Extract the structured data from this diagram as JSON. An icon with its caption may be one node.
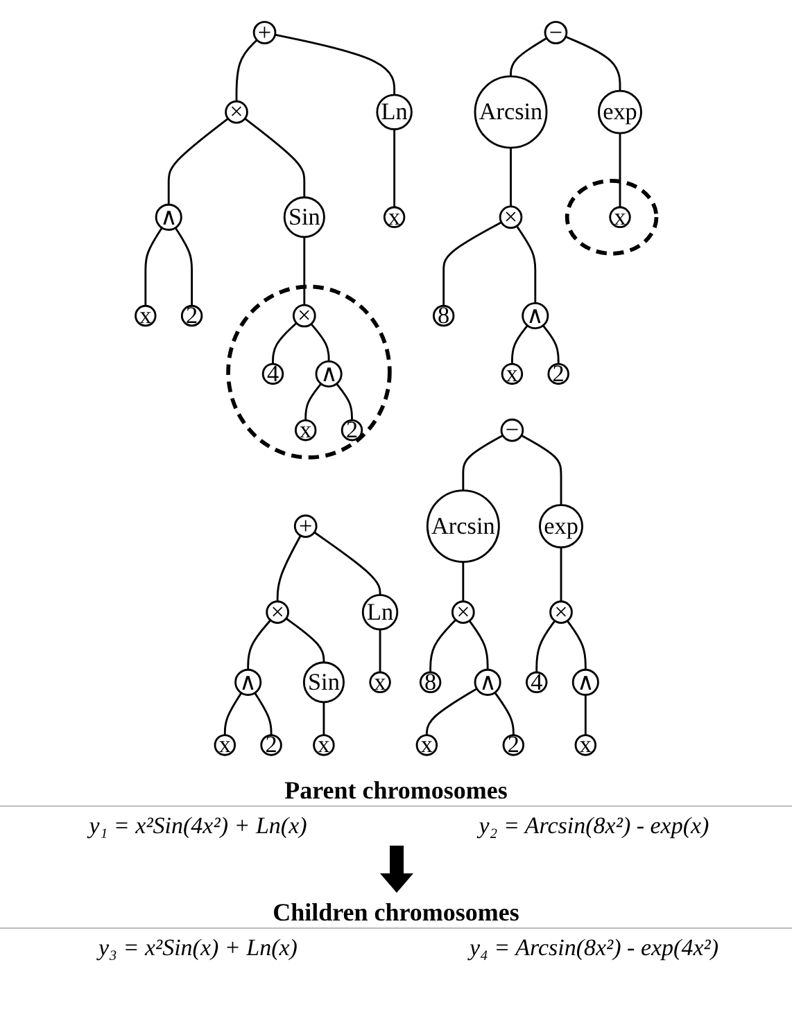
{
  "diagram": {
    "nodes": [
      {
        "text": [
          "+"
        ]
      },
      {
        "text": [
          "×"
        ]
      },
      {
        "text": [
          "Ln"
        ]
      },
      {
        "text": [
          "∧"
        ]
      },
      {
        "text": [
          "Sin"
        ]
      },
      {
        "text": [
          "x"
        ]
      },
      {
        "text": [
          "x"
        ]
      },
      {
        "text": [
          "2"
        ]
      },
      {
        "text": [],
        "shape": "circle"
      },
      {
        "text": [
          "×"
        ],
        "in": 8
      },
      {
        "text": [
          "4"
        ],
        "in": 8
      },
      {
        "text": [
          "∧"
        ],
        "in": 8
      },
      {
        "text": [
          "x"
        ],
        "in": 8
      },
      {
        "text": [
          "2"
        ],
        "in": 8
      },
      {
        "text": [
          "−"
        ]
      },
      {
        "text": [
          "Arcsin"
        ]
      },
      {
        "text": [
          "exp"
        ]
      },
      {
        "text": [
          "×"
        ]
      },
      {
        "text": [],
        "shape": "circle"
      },
      {
        "text": [
          "x"
        ],
        "in": 18
      },
      {
        "text": [
          "8"
        ]
      },
      {
        "text": [
          "∧"
        ]
      },
      {
        "text": [
          "x"
        ]
      },
      {
        "text": [
          "2"
        ]
      },
      {
        "text": [
          "+"
        ]
      },
      {
        "text": [
          "×"
        ]
      },
      {
        "text": [
          "Ln"
        ]
      },
      {
        "text": [
          "∧"
        ]
      },
      {
        "text": [
          "Sin"
        ]
      },
      {
        "text": [
          "x"
        ]
      },
      {
        "text": [
          "x"
        ]
      },
      {
        "text": [
          "2"
        ]
      },
      {
        "text": [
          "x"
        ]
      },
      {
        "text": [
          "−"
        ]
      },
      {
        "text": [
          "Arcsin"
        ]
      },
      {
        "text": [
          "exp"
        ]
      },
      {
        "text": [
          "×"
        ]
      },
      {
        "text": [
          "×"
        ]
      },
      {
        "text": [
          "8"
        ]
      },
      {
        "text": [
          "∧"
        ]
      },
      {
        "text": [
          "4"
        ]
      },
      {
        "text": [
          "∧"
        ]
      },
      {
        "text": [
          "x"
        ]
      },
      {
        "text": [
          "2"
        ]
      },
      {
        "text": [
          "x"
        ]
      }
    ],
    "edges": [
      {
        "from": 0,
        "to": 1,
        "arrow": "none"
      },
      {
        "from": 0,
        "to": 2,
        "arrow": "none"
      },
      {
        "from": 1,
        "to": 3,
        "arrow": "none"
      },
      {
        "from": 1,
        "to": 4,
        "arrow": "none"
      },
      {
        "from": 2,
        "to": 5,
        "arrow": "none"
      },
      {
        "from": 3,
        "to": 6,
        "arrow": "none"
      },
      {
        "from": 3,
        "to": 7,
        "arrow": "none"
      },
      {
        "from": 4,
        "to": 9,
        "arrow": "none"
      },
      {
        "from": 9,
        "to": 10,
        "arrow": "none"
      },
      {
        "from": 9,
        "to": 11,
        "arrow": "none"
      },
      {
        "from": 11,
        "to": 12,
        "arrow": "none"
      },
      {
        "from": 11,
        "to": 13,
        "arrow": "none"
      },
      {
        "from": 14,
        "to": 15,
        "arrow": "none"
      },
      {
        "from": 14,
        "to": 16,
        "arrow": "none"
      },
      {
        "from": 15,
        "to": 17,
        "arrow": "none"
      },
      {
        "from": 16,
        "to": 19,
        "arrow": "none"
      },
      {
        "from": 17,
        "to": 20,
        "arrow": "none"
      },
      {
        "from": 17,
        "to": 21,
        "arrow": "none"
      },
      {
        "from": 21,
        "to": 22,
        "arrow": "none"
      },
      {
        "from": 21,
        "to": 23,
        "arrow": "none"
      },
      {
        "from": 24,
        "to": 25,
        "arrow": "none"
      },
      {
        "from": 24,
        "to": 26,
        "arrow": "none"
      },
      {
        "from": 25,
        "to": 27,
        "arrow": "none"
      },
      {
        "from": 25,
        "to": 28,
        "arrow": "none"
      },
      {
        "from": 26,
        "to": 29,
        "arrow": "none"
      },
      {
        "from": 27,
        "to": 30,
        "arrow": "none"
      },
      {
        "from": 27,
        "to": 31,
        "arrow": "none"
      },
      {
        "from": 28,
        "to": 32,
        "arrow": "none"
      },
      {
        "from": 33,
        "to": 34,
        "arrow": "none"
      },
      {
        "from": 33,
        "to": 35,
        "arrow": "none"
      },
      {
        "from": 34,
        "to": 36,
        "arrow": "none"
      },
      {
        "from": 35,
        "to": 37,
        "arrow": "none"
      },
      {
        "from": 36,
        "to": 38,
        "arrow": "none"
      },
      {
        "from": 36,
        "to": 39,
        "arrow": "none"
      },
      {
        "from": 37,
        "to": 40,
        "arrow": "none"
      },
      {
        "from": 37,
        "to": 41,
        "arrow": "none"
      },
      {
        "from": 39,
        "to": 42,
        "arrow": "none"
      },
      {
        "from": 39,
        "to": 43,
        "arrow": "none"
      },
      {
        "from": 41,
        "to": 44,
        "arrow": "none"
      }
    ],
    "labels": [
      "Parent chromosomes",
      "y₁ = x²Sin(4x²) + Ln(x)",
      "y₂ = Arcsin(8x²) - exp(x)",
      "Children chromosomes",
      "y₃ = x²Sin(x) + Ln(x)",
      "y₄ = Arcsin(8x²) - exp(4x²)"
    ]
  }
}
